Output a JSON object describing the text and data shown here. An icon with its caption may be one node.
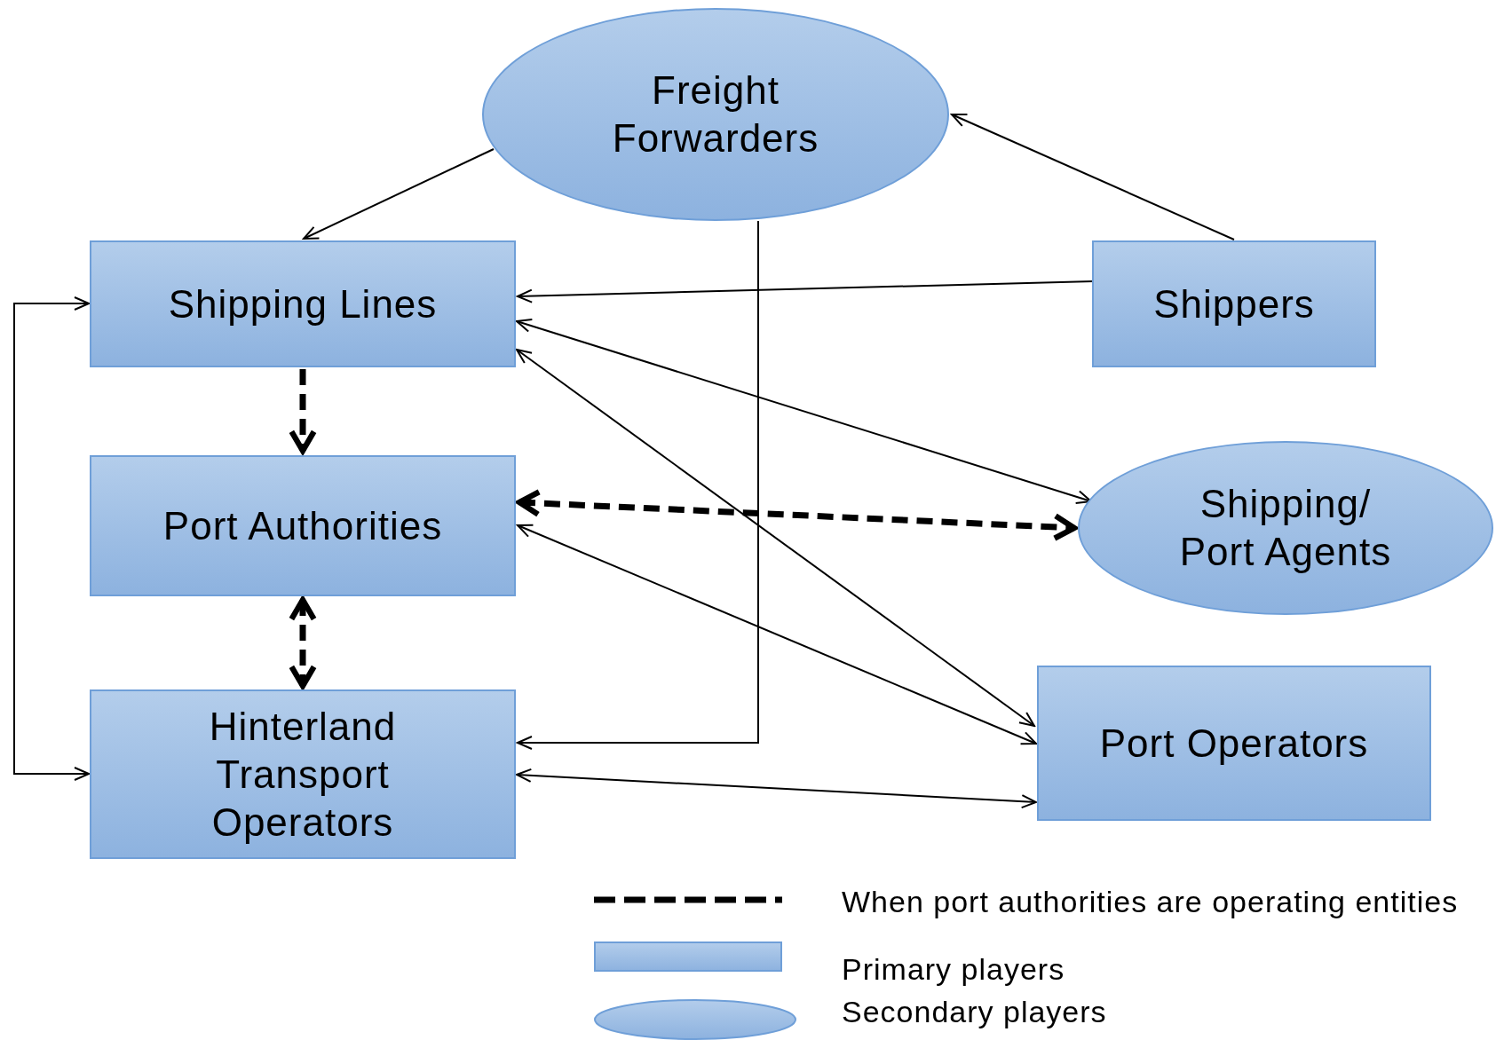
{
  "diagram": {
    "nodes": [
      {
        "text": [
          "Freight Forwarders"
        ]
      },
      {
        "text": [
          "Shipping Lines"
        ]
      },
      {
        "text": [
          "Shippers"
        ]
      },
      {
        "text": [
          "Port Authorities"
        ]
      },
      {
        "text": [
          "Shipping/ Port Agents"
        ]
      },
      {
        "text": [
          "Hinterland Transport Operators"
        ]
      },
      {
        "text": [
          "Port Operators"
        ]
      }
    ],
    "edges": [
      {
        "from": 0,
        "to": 1,
        "arrow": "to"
      },
      {
        "from": 2,
        "to": 0,
        "arrow": "to"
      },
      {
        "from": 2,
        "to": 1,
        "arrow": "to"
      },
      {
        "from": 1,
        "to": 4,
        "arrow": "both"
      },
      {
        "from": 1,
        "to": 6,
        "arrow": "both"
      },
      {
        "from": 3,
        "to": 6,
        "arrow": "both"
      },
      {
        "from": 5,
        "to": 6,
        "arrow": "both"
      },
      {
        "from": 0,
        "to": 5,
        "arrow": "to"
      },
      {
        "from": 1,
        "to": 5,
        "arrow": "both"
      },
      {
        "from": 1,
        "to": 3,
        "arrow": "to",
        "style": "dashed"
      },
      {
        "from": 3,
        "to": 5,
        "arrow": "both",
        "style": "dashed"
      },
      {
        "from": 3,
        "to": 4,
        "arrow": "both",
        "style": "dashed"
      }
    ],
    "legend": [
      {
        "text": "When port authorities are operating entities"
      },
      {
        "text": "Primary players"
      },
      {
        "text": "Secondary players"
      }
    ]
  }
}
